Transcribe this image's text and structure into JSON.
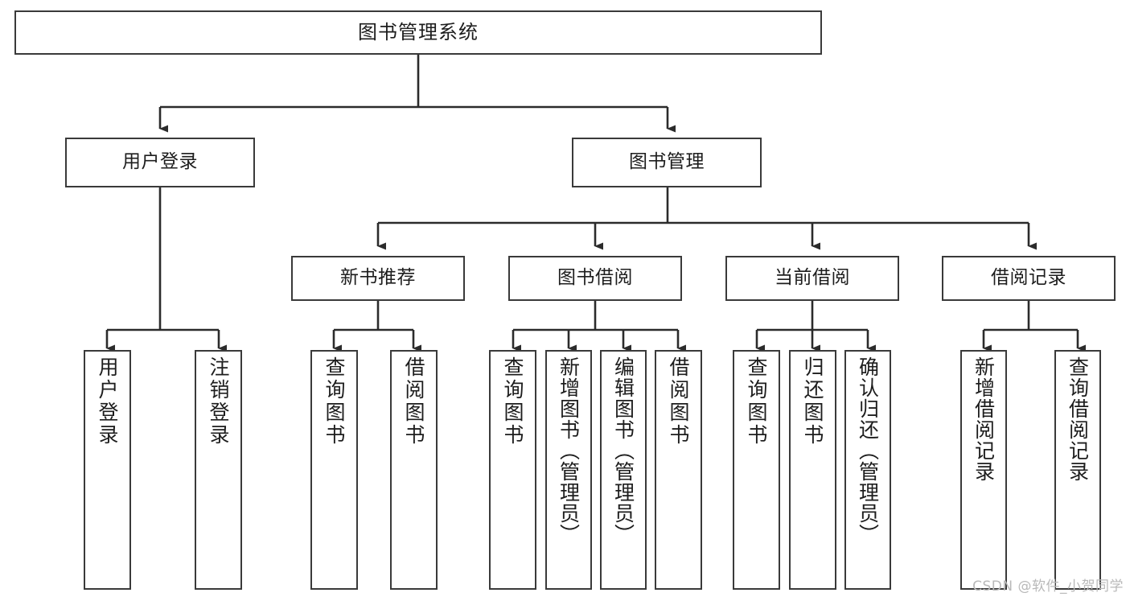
{
  "diagram": {
    "title": "图书管理系统",
    "type": "tree",
    "watermark": "CSDN @软件_小贺同学",
    "colors": {
      "box_border": "#3a3a3a",
      "box_fill": "#ffffff",
      "connector": "#2b2b2b",
      "text": "#1d1d1d",
      "watermark": "#b9b9b9"
    },
    "root": {
      "label": "图书管理系统"
    },
    "level2": [
      {
        "label": "用户登录"
      },
      {
        "label": "图书管理"
      }
    ],
    "level3": [
      {
        "label": "新书推荐"
      },
      {
        "label": "图书借阅"
      },
      {
        "label": "当前借阅"
      },
      {
        "label": "借阅记录"
      }
    ],
    "leaves": {
      "user_login": [
        {
          "label": "用户登录"
        },
        {
          "label": "注销登录"
        }
      ],
      "new_book": [
        {
          "label": "查询图书"
        },
        {
          "label": "借阅图书"
        }
      ],
      "borrow_book": [
        {
          "label": "查询图书"
        },
        {
          "label": "新增图书（管理员）"
        },
        {
          "label": "编辑图书（管理员）"
        },
        {
          "label": "借阅图书"
        }
      ],
      "current_borrow": [
        {
          "label": "查询图书"
        },
        {
          "label": "归还图书"
        },
        {
          "label": "确认归还（管理员）"
        }
      ],
      "borrow_record": [
        {
          "label": "新增借阅记录"
        },
        {
          "label": "查询借阅记录"
        }
      ]
    }
  }
}
